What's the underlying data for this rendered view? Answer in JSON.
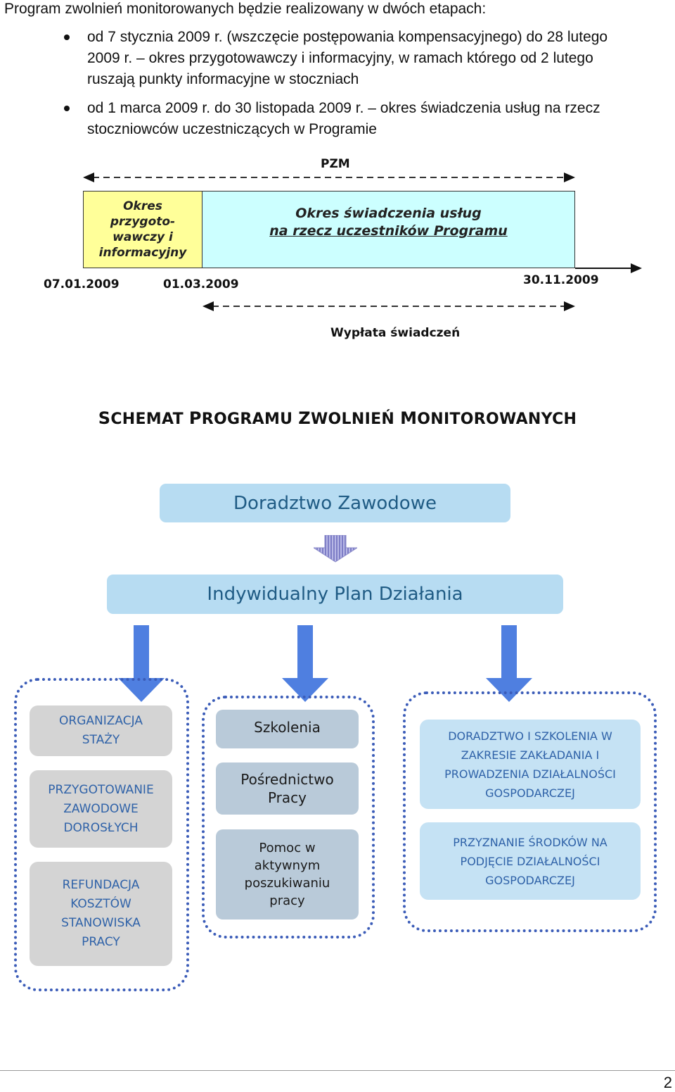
{
  "intro": "Program zwolnień monitorowanych będzie realizowany w dwóch etapach:",
  "bullets": [
    {
      "line1": "od 7 stycznia 2009 r. (wszczęcie postępowania kompensacyjnego) do 28 lutego",
      "line2": "2009 r. – okres przygotowawczy i informacyjny, w ramach którego od 2 lutego",
      "line3": "ruszają punkty informacyjne w stoczniach"
    },
    {
      "line1": "od 1 marca 2009 r. do 30 listopada 2009 r. – okres świadczenia usług na rzecz",
      "line2": "stoczniowców uczestniczących w Programie"
    }
  ],
  "timeline": {
    "top_label": "PZM",
    "prep_box": {
      "l1": "Okres",
      "l2": "przygoto-",
      "l3": "wawczy i",
      "l4": "informacyjny"
    },
    "service_box": {
      "line1": "Okres świadczenia usług",
      "line2": "na rzecz uczestników Programu"
    },
    "date_start": "07.01.2009",
    "date_mid": "01.03.2009",
    "date_end": "30.11.2009",
    "bottom_label": "Wypłata świadczeń"
  },
  "schema": {
    "title_words": [
      {
        "cap": "S",
        "rest": "CHEMAT"
      },
      {
        "cap": "P",
        "rest": "ROGRAMU"
      },
      {
        "cap": "Z",
        "rest": "WOLNIEŃ"
      },
      {
        "cap": "M",
        "rest": "ONITOROWANYCH"
      }
    ],
    "doradztwo": "Doradztwo Zawodowe",
    "ipd": "Indywidualny Plan Działania",
    "left_column": [
      {
        "l1": "ORGANIZACJA",
        "l2": "STAŻY"
      },
      {
        "l1": "PRZYGOTOWANIE",
        "l2": "ZAWODOWE",
        "l3": "DOROSŁYCH"
      },
      {
        "l1": "REFUNDACJA",
        "l2": "KOSZTÓW",
        "l3": "STANOWISKA",
        "l4": "PRACY"
      }
    ],
    "middle_column": [
      {
        "l1": "Szkolenia"
      },
      {
        "l1": "Pośrednictwo",
        "l2": "Pracy"
      },
      {
        "l1": "Pomoc w",
        "l2": "aktywnym",
        "l3": "poszukiwaniu",
        "l4": "pracy"
      }
    ],
    "right_column": [
      {
        "l1": "DORADZTWO I SZKOLENIA W",
        "l2": "ZAKRESIE ZAKŁADANIA I",
        "l3": "PROWADZENIA DZIAŁALNOŚCI",
        "l4": "GOSPODARCZEJ"
      },
      {
        "l1": "PRZYZNANIE ŚRODKÓW NA",
        "l2": "PODJĘCIE DZIAŁALNOŚCI",
        "l3": "GOSPODARCZEJ"
      }
    ]
  },
  "page_number": "2",
  "colors": {
    "prep_fill": "#ffff99",
    "service_fill": "#ccffff",
    "arrow_blue": "#4f7fe0",
    "frame_blue": "#3b5cb8",
    "box_text_blue": "#2f62a8"
  }
}
